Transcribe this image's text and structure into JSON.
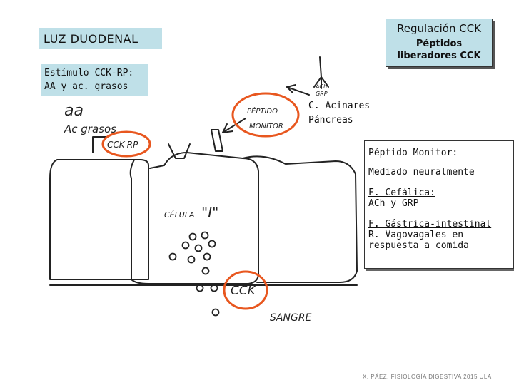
{
  "title_box": {
    "title": "Regulación CCK",
    "subtitle_line1": "Péptidos",
    "subtitle_line2": "liberadores CCK"
  },
  "luz_label": "LUZ DUODENAL",
  "estimulo": {
    "line1": "Estímulo CCK-RP:",
    "line2": "AA y ac. grasos"
  },
  "acinares": {
    "line1": "C. Acinares",
    "line2": "Páncreas"
  },
  "sketch": {
    "aa": "aa",
    "ac_grasos": "Ac grasos",
    "cck_rp": "CCK-RP",
    "peptido_monitor_1": "PÉPTIDO",
    "peptido_monitor_2": "MONITOR",
    "ach": "ACh",
    "grp": "GRP",
    "celula": "CÉLULA",
    "i_label": "\"I\"",
    "cck": "CCK",
    "sangre": "SANGRE"
  },
  "monitor_box": {
    "heading": "Péptido Monitor:",
    "mediado": "Mediado neuralmente",
    "cefalica_title": "F. Cefálica:",
    "cefalica_text": "ACh y GRP",
    "gastrica_title": "F. Gástrica-intestinal",
    "gastrica_text1": "R. Vagovagales en",
    "gastrica_text2": "respuesta a comida"
  },
  "footer": "X. PÁEZ. FISIOLOGÍA DIGESTIVA 2015 ULA",
  "colors": {
    "box_fill": "#bfe0e8",
    "highlight_circle": "#e8571f",
    "ink": "#111111"
  }
}
